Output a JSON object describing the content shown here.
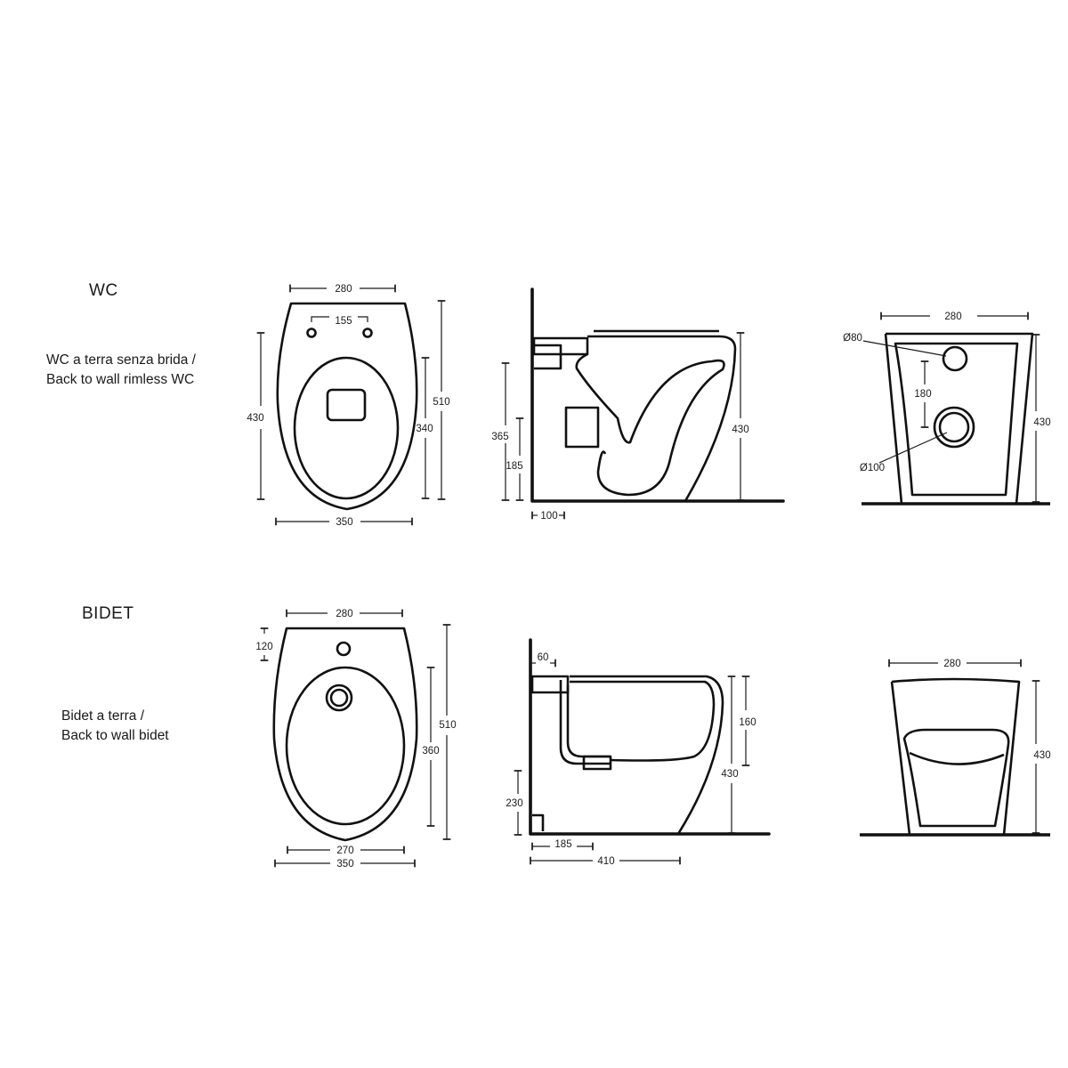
{
  "wc": {
    "title": "WC",
    "description_line1": "WC a terra senza brida /",
    "description_line2": "Back to wall rimless WC",
    "top_view": {
      "width_top": "280",
      "hole_spacing": "155",
      "depth_left": "430",
      "seat_depth": "340",
      "total_length": "510",
      "width_bottom": "350"
    },
    "side_view": {
      "height_total": "365",
      "outlet_height": "185",
      "height_right": "430",
      "wall_offset": "100"
    },
    "rear_view": {
      "width": "280",
      "inlet_diameter": "Ø80",
      "inlet_spacing": "180",
      "outlet_diameter": "Ø100",
      "height": "430"
    }
  },
  "bidet": {
    "title": "BIDET",
    "description_line1": "Bidet a terra /",
    "description_line2": "Back to wall bidet",
    "top_view": {
      "width_top": "280",
      "tap_offset": "120",
      "total_length": "510",
      "bowl_length": "360",
      "bowl_width": "270",
      "width_bottom": "350"
    },
    "side_view": {
      "inlet_offset": "60",
      "bowl_depth": "160",
      "height": "430",
      "outlet_height": "230",
      "outlet_offset": "185",
      "depth": "410"
    },
    "rear_view": {
      "width": "280",
      "height": "430"
    }
  }
}
